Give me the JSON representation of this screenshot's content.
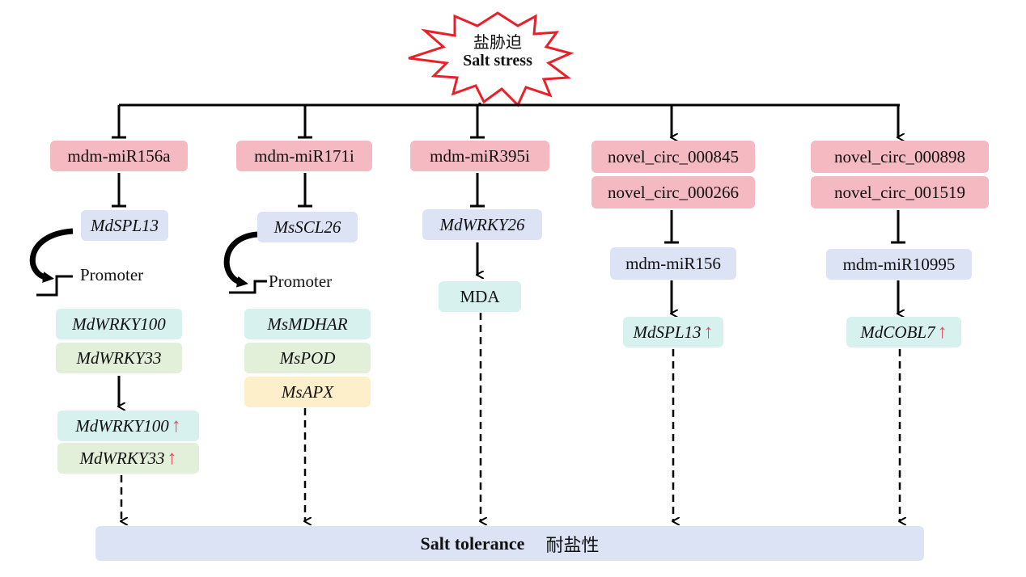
{
  "stress": {
    "zh": "盐胁迫",
    "en": "Salt stress"
  },
  "col1": {
    "mirna": "mdm-miR156a",
    "target": "MdSPL13",
    "promoter": "Promoter",
    "genes": [
      "MdWRKY100",
      "MdWRKY33"
    ],
    "up_genes": [
      "MdWRKY100",
      "MdWRKY33"
    ]
  },
  "col2": {
    "mirna": "mdm-miR171i",
    "target": "MsSCL26",
    "promoter": "Promoter",
    "genes": [
      "MsMDHAR",
      "MsPOD",
      "MsAPX"
    ]
  },
  "col3": {
    "mirna": "mdm-miR395i",
    "target": "MdWRKY26",
    "product": "MDA"
  },
  "col4": {
    "circs": [
      "novel_circ_000845",
      "novel_circ_000266"
    ],
    "mirna": "mdm-miR156",
    "target": "MdSPL13"
  },
  "col5": {
    "circs": [
      "novel_circ_000898",
      "novel_circ_001519"
    ],
    "mirna": "mdm-miR10995",
    "target": "MdCOBL7"
  },
  "up_arrow": "↑",
  "outcome": {
    "en": "Salt tolerance",
    "zh": "耐盐性"
  },
  "colors": {
    "burst_stroke": "#e8202a",
    "pink": "#f4b9c1",
    "blue": "#dbe3f5",
    "teal": "#d6f1ee",
    "green": "#e2efd9",
    "yellow": "#fdefca",
    "up_arrow": "#e04a5a"
  }
}
